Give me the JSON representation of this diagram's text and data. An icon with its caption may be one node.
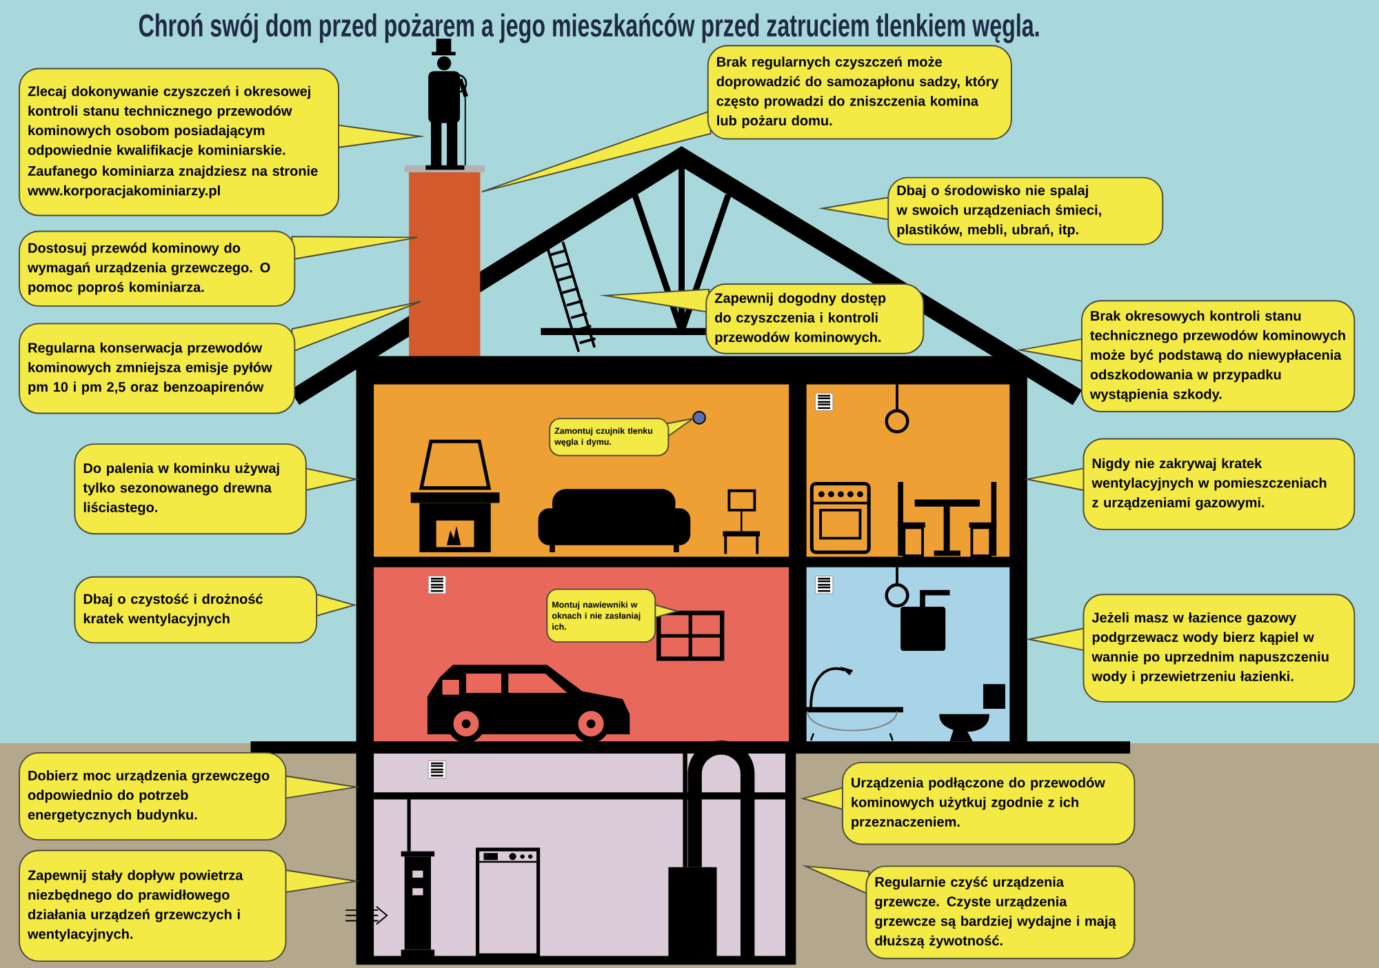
{
  "diagram": {
    "title": "Chroń swój dom przed pożarem a jego mieszkańców przed zatruciem tlenkiem węgla.",
    "nodes": [
      {
        "text": [
          "Zlecaj dokonywanie czyszczeń i okresowej kontroli stanu technicznego przewodów kominowych osobom posiadającym odpowiednie kwalifikacje kominiarskie.",
          "Zaufanego kominiarza znajdziesz na stronie www.korporacjakominiarzy.pl"
        ]
      },
      {
        "text": [
          "Brak regularnych czyszczeń może doprowadzić do samozapłonu sadzy, który często prowadzi do zniszczenia komina lub pożaru domu."
        ]
      },
      {
        "text": [
          "Dostosuj przewód kominowy do wymagań urządzenia grzewczego. O pomoc poproś kominiarza."
        ]
      },
      {
        "text": [
          "Dbaj o środowisko nie spalaj w swoich urządzeniach śmieci, plastików, mebli, ubrań, itp."
        ]
      },
      {
        "text": [
          "Zapewnij dogodny dostęp do czyszczenia i kontroli przewodów kominowych."
        ]
      },
      {
        "text": [
          "Regularna konserwacja przewodów kominowych zmniejsza emisje pyłów pm 10 i pm 2,5 oraz benzoapirenów"
        ]
      },
      {
        "text": [
          "Brak okresowych kontroli stanu technicznego przewodów kominowych może być podstawą do niewypłacenia odszkodowania w przypadku wystąpienia szkody."
        ]
      },
      {
        "text": [
          "Zamontuj czujnik tlenku węgla i dymu."
        ]
      },
      {
        "text": [
          "Do palenia w kominku używaj tylko sezonowanego drewna liściastego."
        ]
      },
      {
        "text": [
          "Nigdy nie zakrywaj kratek wentylacyjnych w pomieszczeniach z urządzeniami gazowymi."
        ]
      },
      {
        "text": [
          "Dbaj o czystość i drożność kratek wentylacyjnych"
        ]
      },
      {
        "text": [
          "Montuj nawiewniki w oknach i nie zasłaniaj ich."
        ]
      },
      {
        "text": [
          "Jeżeli masz w łazience gazowy podgrzewacz wody bierz kąpiel w wannie po uprzednim napuszczeniu wody i przewietrzeniu łazienki."
        ]
      },
      {
        "text": [
          "Dobierz moc urządzenia grzewczego odpowiednio do potrzeb energetycznych budynku."
        ]
      },
      {
        "text": [
          "Urządzenia podłączone do przewodów kominowych użytkuj zgodnie z ich przeznaczeniem."
        ]
      },
      {
        "text": [
          "Zapewnij stały dopływ powietrza niezbędnego do prawidłowego działania urządzeń grzewczych i wentylacyjnych."
        ]
      },
      {
        "text": [
          "Regularnie czyść urządzenia grzewcze. Czyste urządzenia grzewcze są bardziej wydajne i mają dłuższą żywotność."
        ]
      }
    ]
  }
}
